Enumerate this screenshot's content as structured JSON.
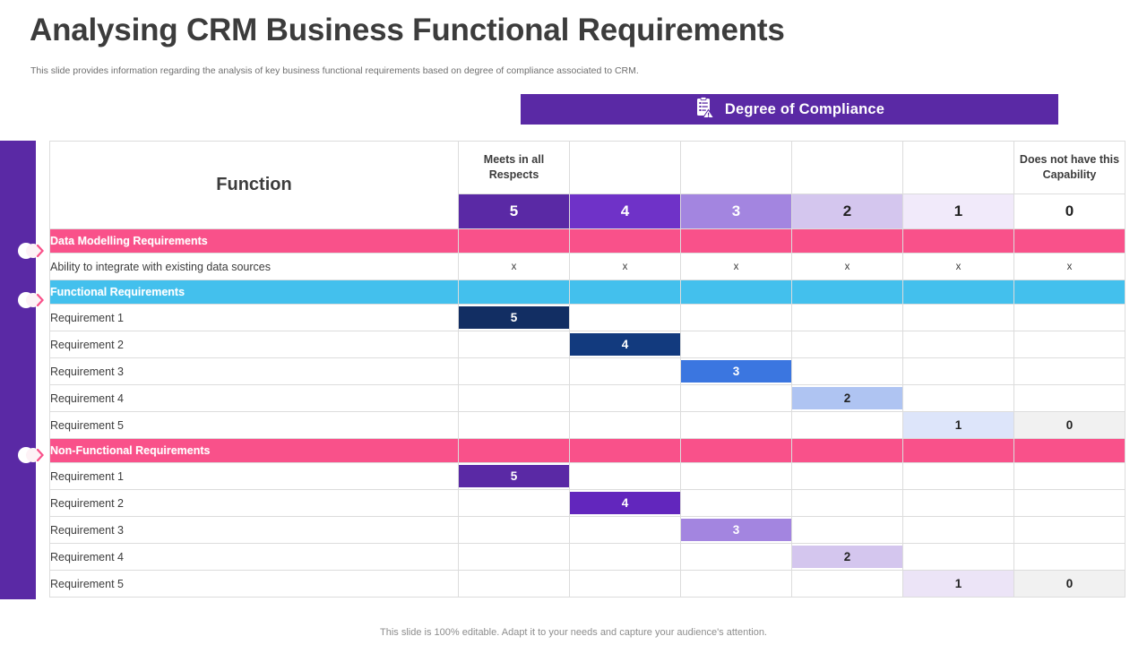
{
  "slide": {
    "title": "Analysing CRM Business Functional Requirements",
    "subtitle": "This slide provides information regarding the analysis of key business functional requirements based on degree of compliance associated to CRM.",
    "footer": "This slide is 100% editable. Adapt it to your needs and capture your audience's attention."
  },
  "banner": {
    "label": "Degree of Compliance",
    "icon": "clipboard-warning-icon",
    "background": "#5a29a5"
  },
  "table": {
    "function_header": "Function",
    "scale_descriptions": [
      "Meets in all Respects",
      "",
      "",
      "",
      "",
      "Does not have this Capability"
    ],
    "scale_values": [
      "5",
      "4",
      "3",
      "2",
      "1",
      "0"
    ],
    "scale_colors": [
      "#5a29a5",
      "#6f32c8",
      "#a385e0",
      "#d4c6ee",
      "#f1eafa",
      "#ffffff"
    ],
    "scale_text_colors": [
      "#ffffff",
      "#ffffff",
      "#ffffff",
      "#222222",
      "#222222",
      "#222222"
    ],
    "sections": [
      {
        "label": "Data Modelling Requirements",
        "color": "#f9518a",
        "rows": [
          {
            "label": "Ability to integrate with existing data sources",
            "marks": [
              "x",
              "x",
              "x",
              "x",
              "x",
              "x"
            ]
          }
        ]
      },
      {
        "label": "Functional Requirements",
        "color": "#43c0ed",
        "palette": [
          "#122e63",
          "#123a7e",
          "#3b76e0",
          "#afc4f2",
          "#dde5fa",
          "#f1f1f1"
        ],
        "text_colors": [
          "#ffffff",
          "#ffffff",
          "#ffffff",
          "#222222",
          "#222222",
          "#222222"
        ],
        "rows": [
          {
            "label": "Requirement 1",
            "score": 5
          },
          {
            "label": "Requirement 2",
            "score": 4
          },
          {
            "label": "Requirement 3",
            "score": 3
          },
          {
            "label": "Requirement 4",
            "score": 2
          },
          {
            "label": "Requirement 5",
            "score": 1,
            "also": 0
          }
        ]
      },
      {
        "label": "Non-Functional Requirements",
        "color": "#f9518a",
        "palette": [
          "#5a29a5",
          "#6226bd",
          "#a385e0",
          "#d4c6ee",
          "#ece4f7",
          "#f1f1f1"
        ],
        "text_colors": [
          "#ffffff",
          "#ffffff",
          "#ffffff",
          "#222222",
          "#222222",
          "#222222"
        ],
        "rows": [
          {
            "label": "Requirement 1",
            "score": 5
          },
          {
            "label": "Requirement 2",
            "score": 4
          },
          {
            "label": "Requirement 3",
            "score": 3
          },
          {
            "label": "Requirement 4",
            "score": 2
          },
          {
            "label": "Requirement 5",
            "score": 1,
            "also": 0
          }
        ]
      }
    ]
  },
  "decor": {
    "rail_color": "#5a29a5",
    "bullet_color": "#f9518a"
  }
}
